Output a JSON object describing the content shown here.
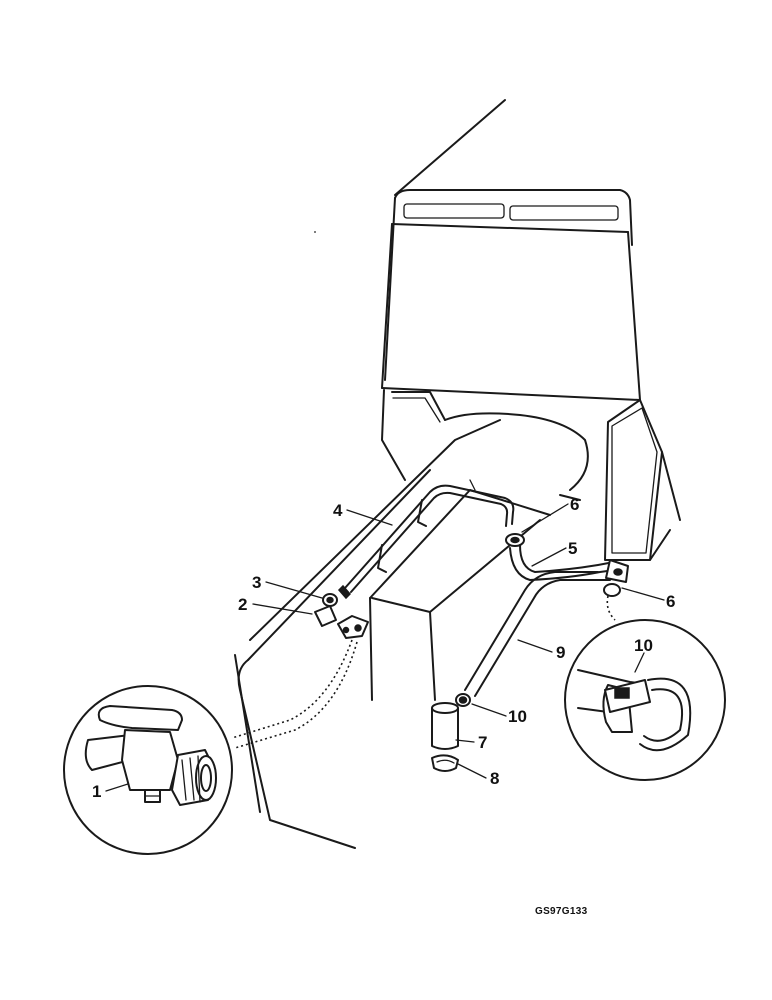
{
  "figure": {
    "reference_code": "GS97G133"
  },
  "callouts": [
    {
      "id": "1",
      "label": "1"
    },
    {
      "id": "2",
      "label": "2"
    },
    {
      "id": "3",
      "label": "3"
    },
    {
      "id": "4",
      "label": "4"
    },
    {
      "id": "5",
      "label": "5"
    },
    {
      "id": "6a",
      "label": "6"
    },
    {
      "id": "6b",
      "label": "6"
    },
    {
      "id": "7",
      "label": "7"
    },
    {
      "id": "8",
      "label": "8"
    },
    {
      "id": "9",
      "label": "9"
    },
    {
      "id": "10a",
      "label": "10"
    },
    {
      "id": "10b",
      "label": "10"
    }
  ]
}
